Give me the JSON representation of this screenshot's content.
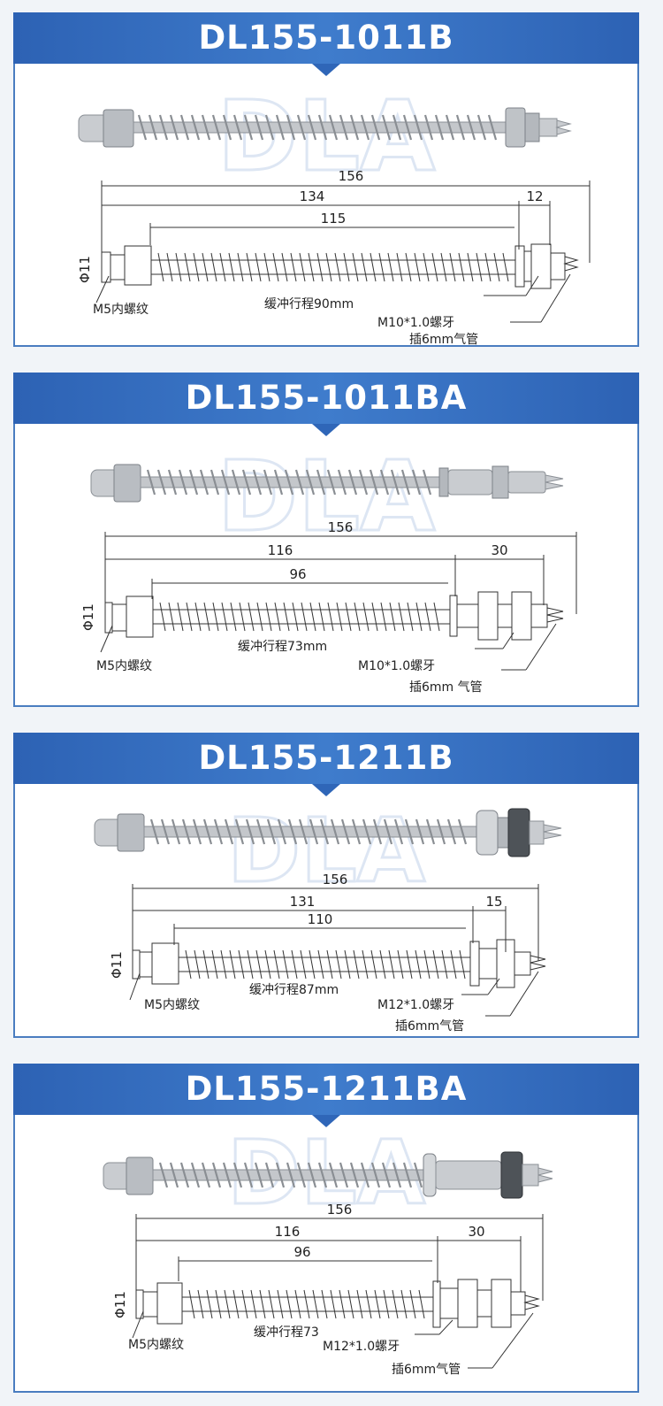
{
  "colors": {
    "header": "#2f66b8",
    "border": "#4a7dc0",
    "watermark": "#9fb8de"
  },
  "watermark": "DLA",
  "products": [
    {
      "title": "DL155-1011B",
      "dims": {
        "total": "156",
        "mid": "134",
        "inner": "115",
        "end": "12"
      },
      "dia": "Φ11",
      "notes": {
        "thread_in": "M5内螺纹",
        "stroke": "缓冲行程90mm",
        "thread_out": "M10*1.0螺牙",
        "tube": "插6mm气管"
      }
    },
    {
      "title": "DL155-1011BA",
      "dims": {
        "total": "156",
        "mid": "116",
        "inner": "96",
        "end": "30"
      },
      "dia": "Φ11",
      "notes": {
        "thread_in": "M5内螺纹",
        "stroke": "缓冲行程73mm",
        "thread_out": "M10*1.0螺牙",
        "tube": "插6mm 气管"
      }
    },
    {
      "title": "DL155-1211B",
      "dims": {
        "total": "156",
        "mid": "131",
        "inner": "110",
        "end": "15"
      },
      "dia": "Φ11",
      "notes": {
        "thread_in": "M5内螺纹",
        "stroke": "缓冲行程87mm",
        "thread_out": "M12*1.0螺牙",
        "tube": "插6mm气管"
      }
    },
    {
      "title": "DL155-1211BA",
      "dims": {
        "total": "156",
        "mid": "116",
        "inner": "96",
        "end": "30"
      },
      "dia": "Φ11",
      "notes": {
        "thread_in": "M5内螺纹",
        "stroke": "缓冲行程73",
        "thread_out": "M12*1.0螺牙",
        "tube": "插6mm气管"
      }
    }
  ]
}
